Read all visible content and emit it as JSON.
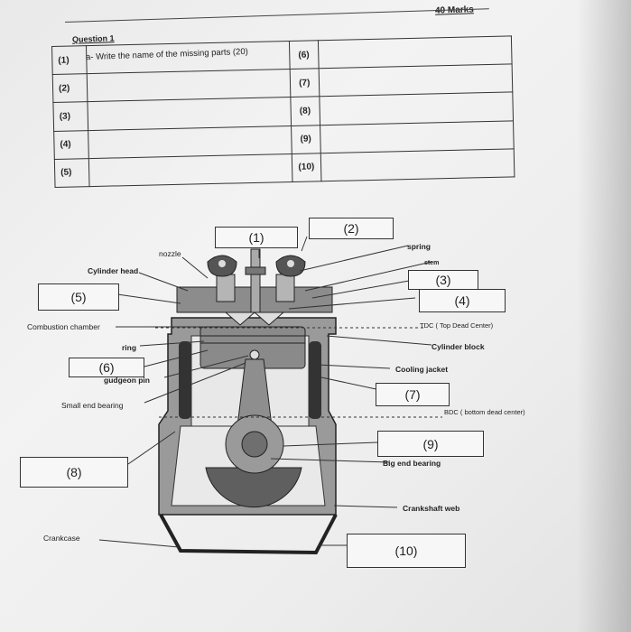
{
  "header": {
    "marks": "40 Marks",
    "question_title": "Question 1",
    "instruction": "a-  Write the name of the missing parts (20)"
  },
  "table": {
    "left": [
      "(1)",
      "(2)",
      "(3)",
      "(4)",
      "(5)"
    ],
    "right": [
      "(6)",
      "(7)",
      "(8)",
      "(9)",
      "(10)"
    ]
  },
  "labels": {
    "nozzle": "nozzle",
    "spring": "spring",
    "stem": "stem",
    "cylinder_head": "Cylinder head",
    "combustion_chamber": "Combustion chamber",
    "tdc": "TDC ( Top Dead Center)",
    "ring": "ring",
    "cylinder_block": "Cylinder block",
    "gudgeon_pin": "gudgeon pin",
    "cooling_jacket": "Cooling jacket",
    "small_end_bearing": "Small end bearing",
    "bdc": "BDC ( bottom dead center)",
    "big_end_bearing": "Big end bearing",
    "crankshaft_web": "Crankshaft web",
    "crankcase": "Crankcase"
  },
  "boxes": {
    "b1": "(1)",
    "b2": "(2)",
    "b3": "(3)",
    "b4": "(4)",
    "b5": "(5)",
    "b6": "(6)",
    "b7": "(7)",
    "b8": "(8)",
    "b9": "(9)",
    "b10": "(10)"
  }
}
